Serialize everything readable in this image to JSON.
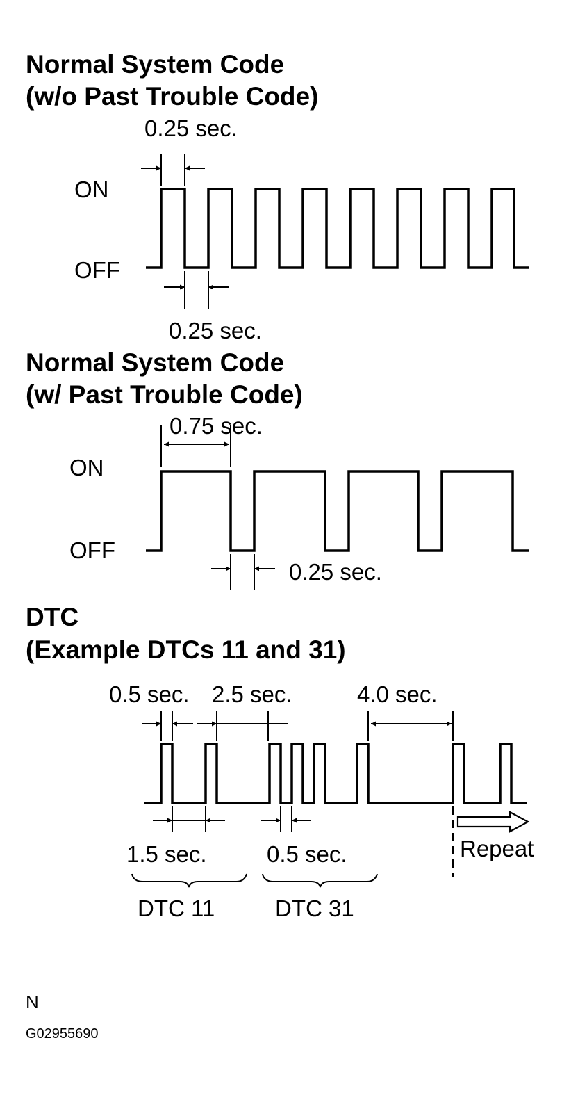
{
  "sections": [
    {
      "title_line1": "Normal System Code",
      "title_line2": "(w/o Past Trouble Code)",
      "on_label": "ON",
      "off_label": "OFF",
      "pulse_on_time": "0.25 sec.",
      "pulse_off_time": "0.25 sec."
    },
    {
      "title_line1": "Normal System Code",
      "title_line2": "(w/ Past Trouble Code)",
      "on_label": "ON",
      "off_label": "OFF",
      "pulse_on_time": "0.75 sec.",
      "pulse_off_time": "0.25 sec."
    },
    {
      "title_line1": "DTC",
      "title_line2": "(Example DTCs 11 and 31)",
      "pulse_on_time": "0.5 sec.",
      "code_gap": "2.5 sec.",
      "repeat_gap": "4.0 sec.",
      "digit_gap": "1.5 sec.",
      "pulse_off_time": "0.5 sec.",
      "code_1_label": "DTC 11",
      "code_2_label": "DTC 31",
      "repeat_label": "Repeat"
    }
  ],
  "footer": {
    "letter": "N",
    "figure_id": "G02955690"
  }
}
